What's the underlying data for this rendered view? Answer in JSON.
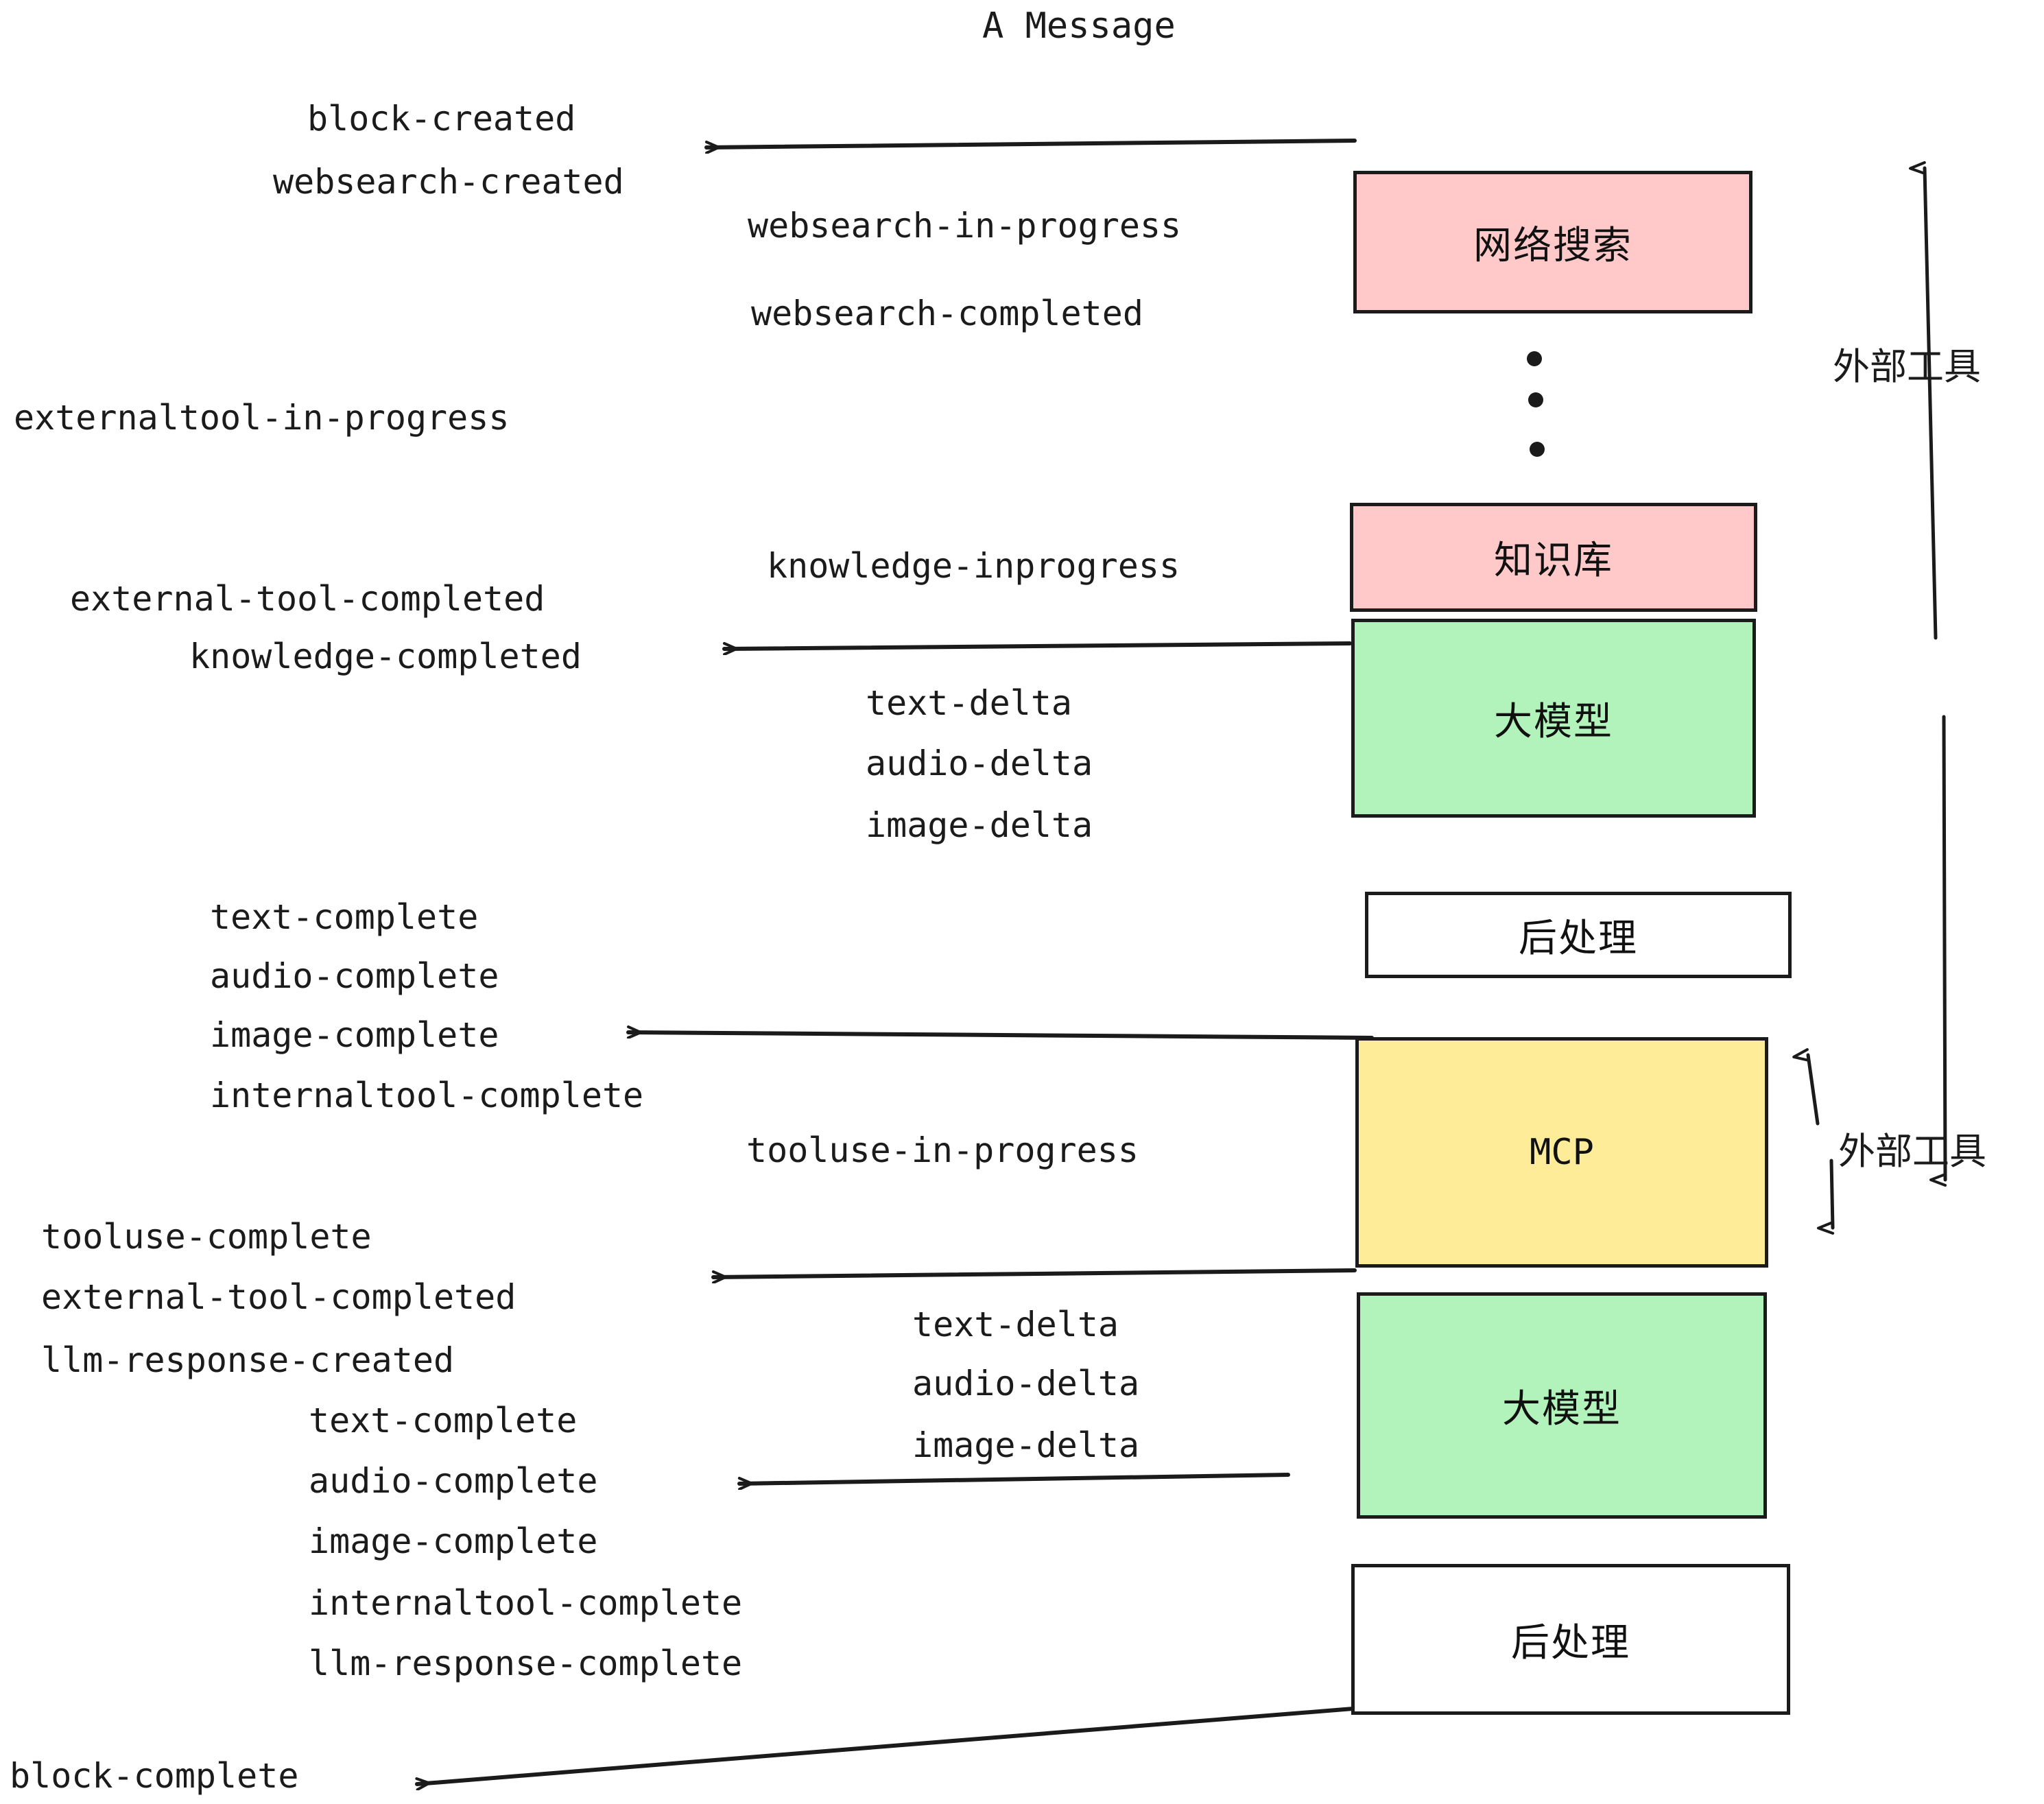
{
  "title": "A Message",
  "colors": {
    "external_tool_fill": "#FFC9C9",
    "llm_fill": "#B2F2BB",
    "mcp_fill": "#FFEC99",
    "postprocess_fill": "#FFFFFF",
    "stroke": "#1B1B1B",
    "background": "#FFFFFF"
  },
  "boxes": {
    "websearch": "网络搜索",
    "knowledge": "知识库",
    "llm_first": "大模型",
    "postprocess_first": "后处理",
    "mcp": "MCP",
    "llm_second": "大模型",
    "postprocess_second": "后处理"
  },
  "side_labels": {
    "external_tool_top": "外部工具",
    "external_tool_bottom": "外部工具"
  },
  "events": {
    "block_created": "block-created",
    "websearch_created": "websearch-created",
    "websearch_in_progress": "websearch-in-progress",
    "websearch_completed": "websearch-completed",
    "externaltool_in_progress": "externaltool-in-progress",
    "knowledge_inprogress": "knowledge-inprogress",
    "external_tool_completed_1": "external-tool-completed",
    "knowledge_completed": "knowledge-completed",
    "text_delta_1": "text-delta",
    "audio_delta_1": "audio-delta",
    "image_delta_1": "image-delta",
    "text_complete_1": "text-complete",
    "audio_complete_1": "audio-complete",
    "image_complete_1": "image-complete",
    "internaltool_complete_1": "internaltool-complete",
    "tooluse_in_progress": "tooluse-in-progress",
    "tooluse_complete": "tooluse-complete",
    "external_tool_completed_2": "external-tool-completed",
    "llm_response_created": "llm-response-created",
    "text_delta_2": "text-delta",
    "audio_delta_2": "audio-delta",
    "image_delta_2": "image-delta",
    "text_complete_2": "text-complete",
    "audio_complete_2": "audio-complete",
    "image_complete_2": "image-complete",
    "internaltool_complete_2": "internaltool-complete",
    "llm_response_complete": "llm-response-complete",
    "block_complete": "block-complete"
  }
}
